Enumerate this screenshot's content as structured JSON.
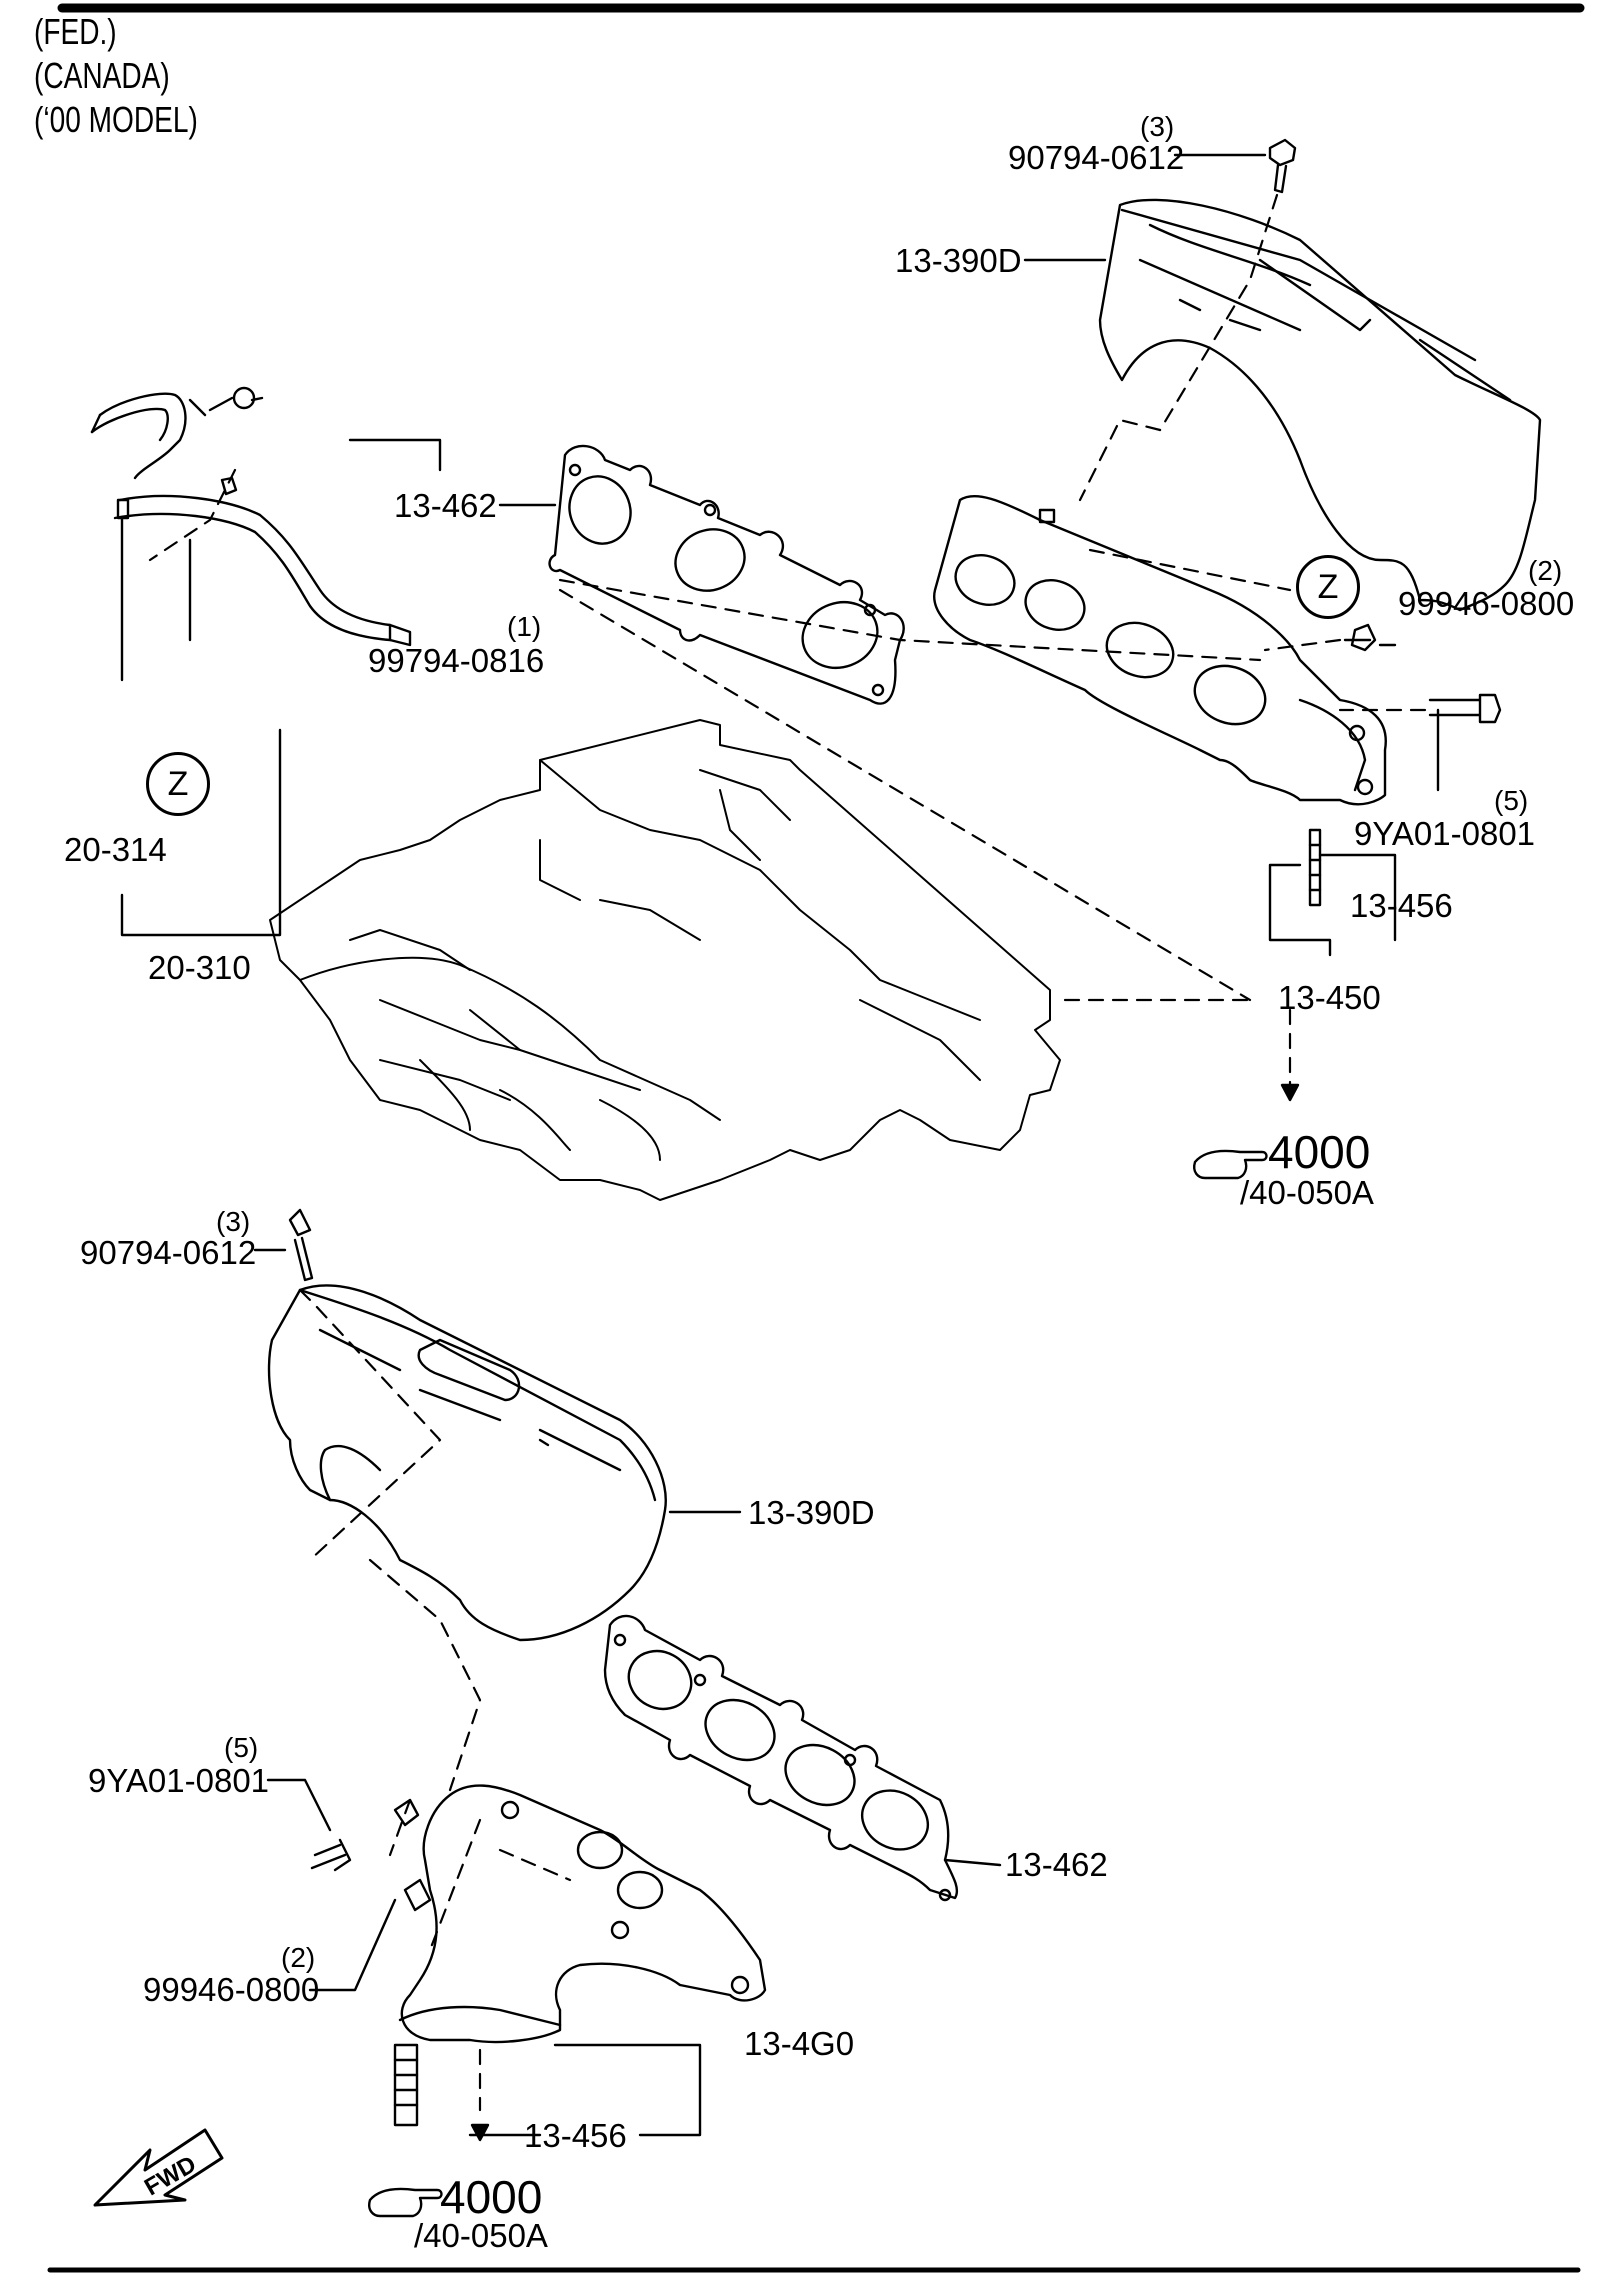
{
  "header": {
    "line1": "(FED.)",
    "line2": "(CANADA)",
    "line3": "(‘00 MODEL)"
  },
  "labels": {
    "p_90794_0612_top": "90794-0612",
    "q_3_top": "(3)",
    "p_13_390D_top": "13-390D",
    "p_13_462_top": "13-462",
    "p_99794_0816": "99794-0816",
    "q_1": "(1)",
    "p_99946_0800_top": "99946-0800",
    "q_2_top": "(2)",
    "p_9YA01_0801_top": "9YA01-0801",
    "q_5_top": "(5)",
    "p_13_456_top": "13-456",
    "p_13_450": "13-450",
    "p_20_314": "20-314",
    "p_20_310": "20-310",
    "z_top": "Z",
    "z_left": "Z",
    "p_90794_0612_bot": "90794-0612",
    "q_3_bot": "(3)",
    "p_13_390D_bot": "13-390D",
    "p_9YA01_0801_bot": "9YA01-0801",
    "q_5_bot": "(5)",
    "p_13_462_bot": "13-462",
    "p_99946_0800_bot": "99946-0800",
    "q_2_bot": "(2)",
    "p_13_4G0": "13-4G0",
    "p_13_456_bot": "13-456",
    "ref_top_num": "4000",
    "ref_top_page": "/40-050A",
    "ref_bot_num": "4000",
    "ref_bot_page": "/40-050A",
    "fwd": "FWD"
  },
  "icons": {
    "pointing_hand": "pointing-hand-icon",
    "forward_arrow": "fwd-arrow-icon"
  }
}
